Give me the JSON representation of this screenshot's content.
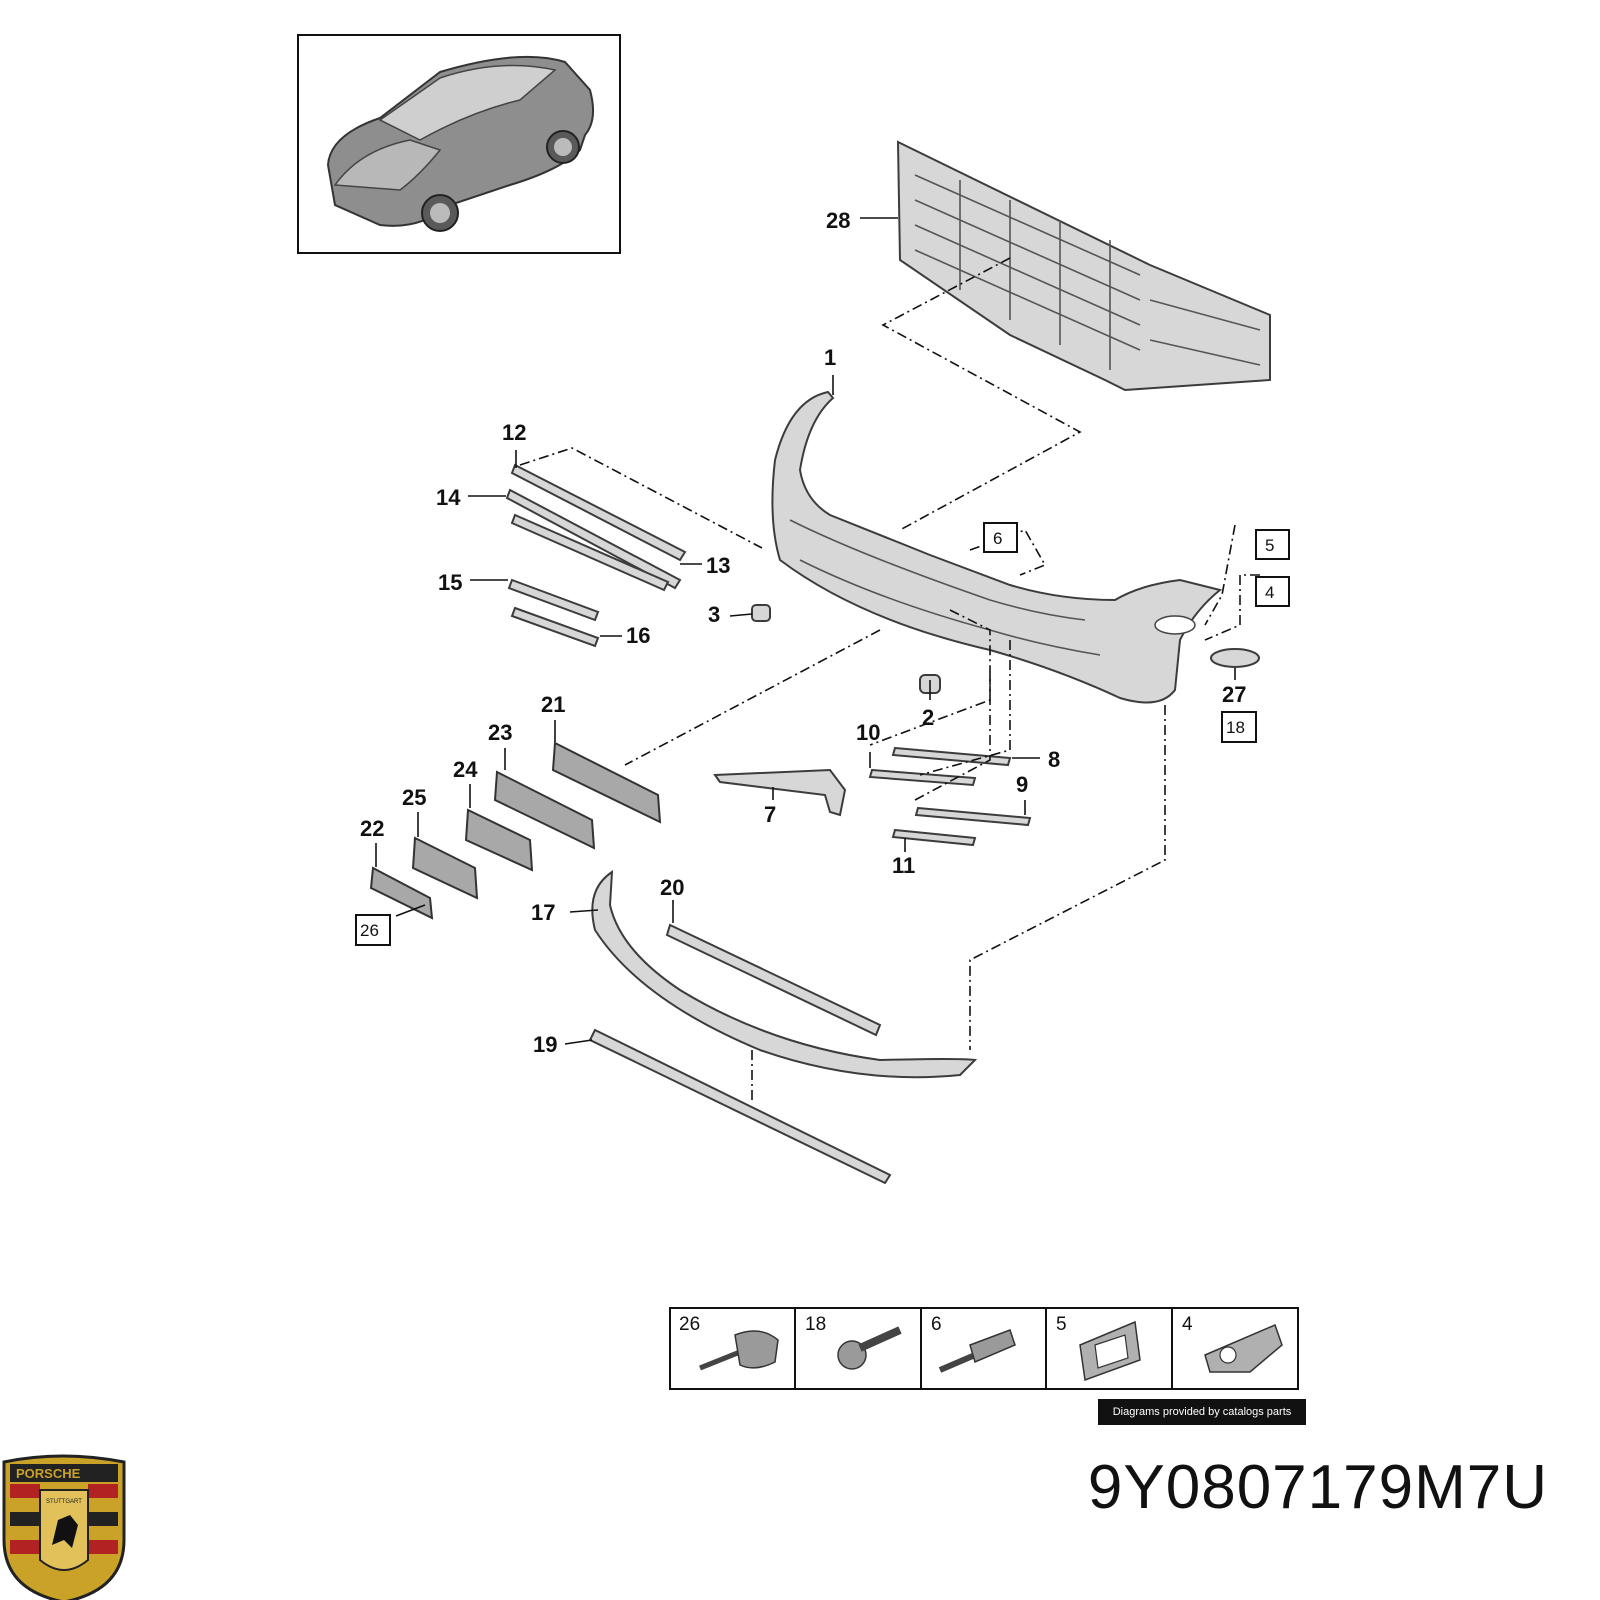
{
  "callouts": [
    "1",
    "2",
    "3",
    "7",
    "8",
    "9",
    "10",
    "11",
    "12",
    "13",
    "14",
    "15",
    "16",
    "17",
    "19",
    "20",
    "21",
    "22",
    "23",
    "24",
    "25",
    "27",
    "28"
  ],
  "boxed_callouts": [
    "4",
    "5",
    "6",
    "18",
    "26"
  ],
  "fastener_table": [
    {
      "num": "26",
      "icon": "clip-fastener-icon"
    },
    {
      "num": "18",
      "icon": "screw-icon"
    },
    {
      "num": "6",
      "icon": "rivet-pin-icon"
    },
    {
      "num": "5",
      "icon": "bracket-clip-icon"
    },
    {
      "num": "4",
      "icon": "nut-clip-icon"
    }
  ],
  "credit": "Diagrams provided by catalogs parts",
  "part_number": "9Y0807179M7U",
  "logo_text": [
    "PORSCHE",
    "STUTTGART"
  ],
  "colors": {
    "part_fill": "#d7d7d7",
    "line": "#111111",
    "credit_bg": "#111111"
  }
}
